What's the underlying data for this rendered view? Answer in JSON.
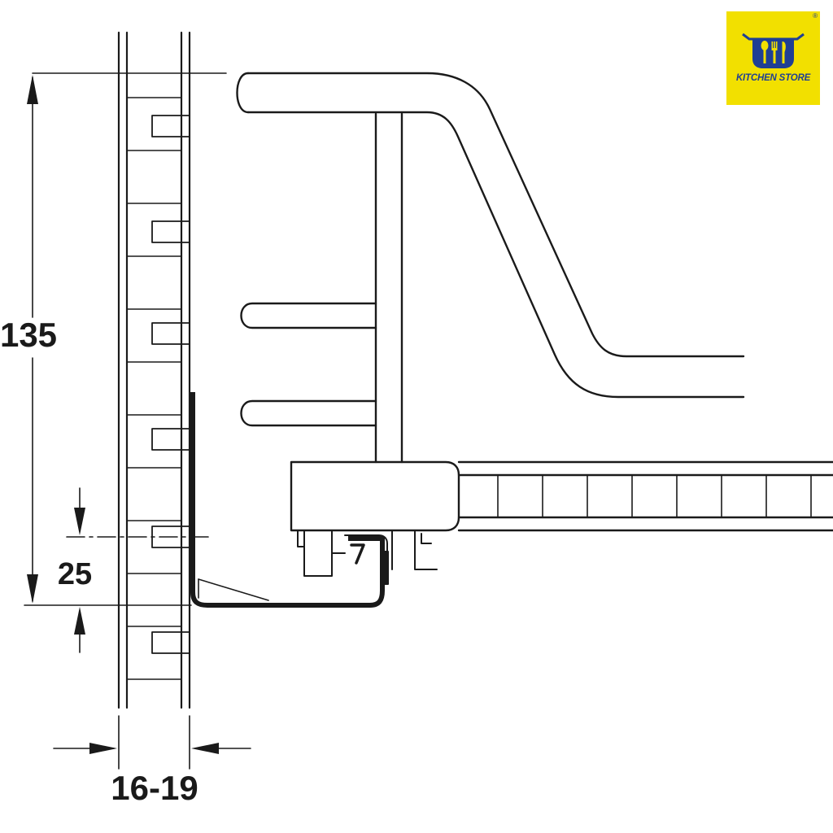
{
  "brand": {
    "name": "KITCHEN STORE",
    "registered_mark": "®",
    "colors": {
      "background": "#f2e000",
      "ink": "#1f3f94"
    },
    "icon": "pot-with-utensils-icon"
  },
  "dimensions": {
    "height_label": "135",
    "spacing_label": "25",
    "width_label": "16-19"
  },
  "colors": {
    "line": "#1a1a1a",
    "background": "#ffffff"
  }
}
